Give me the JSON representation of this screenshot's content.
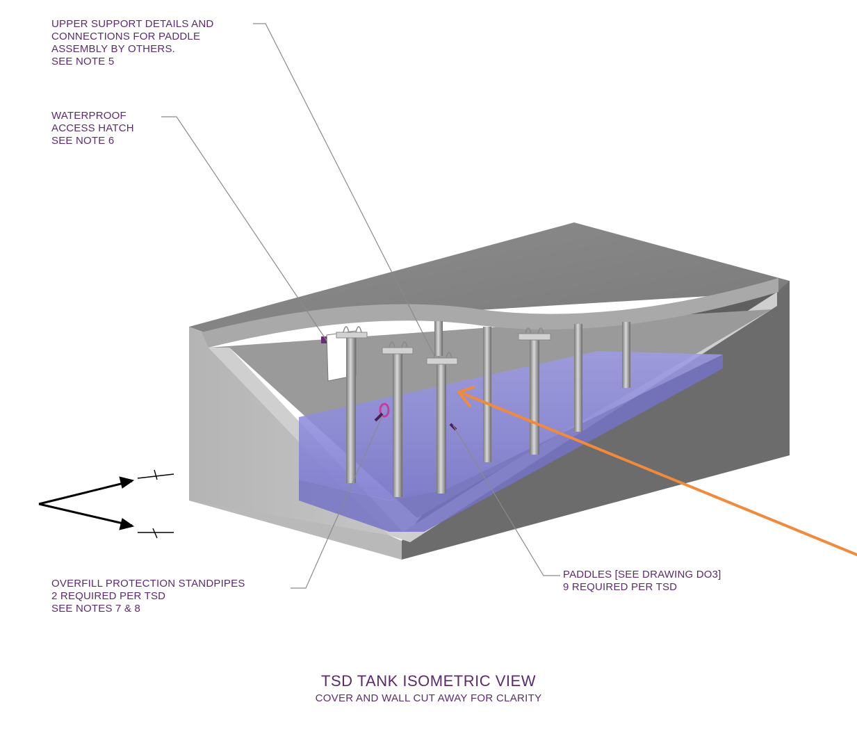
{
  "diagram": {
    "callouts": {
      "upper_support": {
        "lines": [
          "UPPER SUPPORT DETAILS AND",
          "CONNECTIONS FOR PADDLE",
          "ASSEMBLY BY OTHERS.",
          "SEE NOTE 5"
        ]
      },
      "access_hatch": {
        "lines": [
          "WATERPROOF",
          "ACCESS HATCH",
          "SEE NOTE 6"
        ]
      },
      "overfill": {
        "lines": [
          "OVERFILL PROTECTION STANDPIPES",
          "2 REQUIRED PER TSD",
          "SEE NOTES 7 & 8"
        ]
      },
      "paddles": {
        "lines": [
          "PADDLES [SEE DRAWING DO3]",
          "9 REQUIRED PER TSD"
        ]
      }
    },
    "title": "TSD TANK ISOMETRIC VIEW",
    "subtitle": "COVER AND WALL CUT AWAY FOR CLARITY"
  },
  "colors": {
    "label_text": "#5b2a6e",
    "annotation_arrow": "#f08a3c",
    "water": "#8a86d8",
    "concrete_light": "#bdbdbd",
    "concrete_dark": "#6e6e6e"
  },
  "icons": {
    "section_marker": "section-cut-arrows-icon",
    "highlight_arrow": "orange-pointer-arrow-icon"
  }
}
